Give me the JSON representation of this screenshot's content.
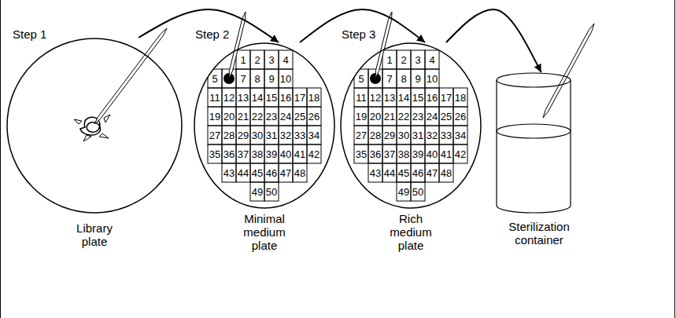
{
  "diagram": {
    "nodes": [
      {
        "text": [
          "Library plate"
        ]
      },
      {
        "text": [
          "Minimal medium plate"
        ]
      },
      {
        "text": [
          "Rich medium plate"
        ]
      },
      {
        "text": [
          "Sterilization container"
        ]
      }
    ],
    "edges": [
      {
        "from": 0,
        "to": 1,
        "arrow": "to"
      },
      {
        "from": 1,
        "to": 2,
        "arrow": "to"
      },
      {
        "from": 2,
        "to": 3,
        "arrow": "to"
      }
    ],
    "labels": [
      "Step 1",
      "Step 2",
      "1",
      "2",
      "3",
      "4",
      "5",
      "7",
      "8",
      "9",
      "10",
      "11",
      "12",
      "13",
      "14",
      "15",
      "16",
      "17",
      "18",
      "19",
      "20",
      "21",
      "22",
      "23",
      "24",
      "25",
      "26",
      "27",
      "28",
      "29",
      "30",
      "31",
      "32",
      "33",
      "34",
      "35",
      "36",
      "37",
      "38",
      "39",
      "40",
      "41",
      "42",
      "43",
      "44",
      "45",
      "46",
      "47",
      "48",
      "49",
      "50",
      "Step 3",
      "1",
      "2",
      "3",
      "4",
      "5",
      "7",
      "8",
      "9",
      "10",
      "11",
      "12",
      "13",
      "14",
      "15",
      "16",
      "17",
      "18",
      "19",
      "20",
      "21",
      "22",
      "23",
      "24",
      "25",
      "26",
      "27",
      "28",
      "29",
      "30",
      "31",
      "32",
      "33",
      "34",
      "35",
      "36",
      "37",
      "38",
      "39",
      "40",
      "41",
      "42",
      "43",
      "44",
      "45",
      "46",
      "47",
      "48",
      "49",
      "50"
    ]
  }
}
